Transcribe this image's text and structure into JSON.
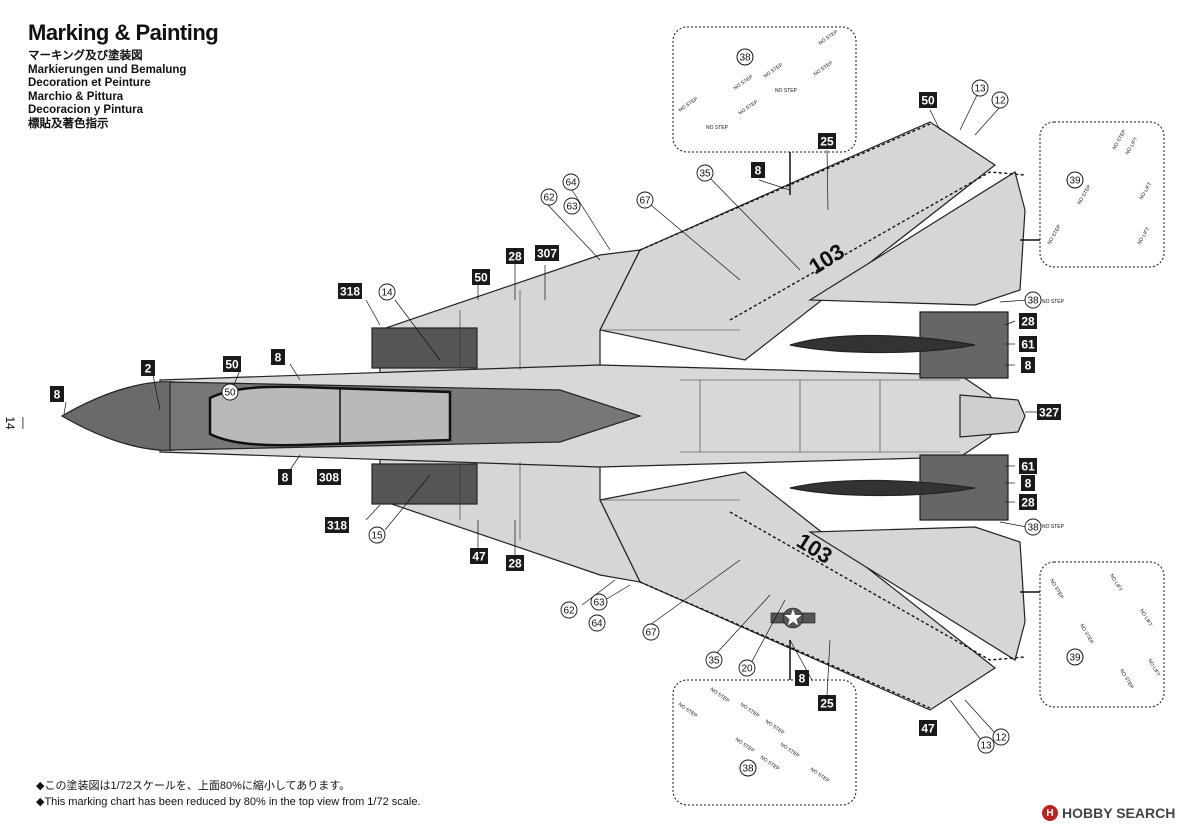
{
  "header": {
    "title": "Marking & Painting",
    "languages": [
      "マーキング及び塗装図",
      "Markierungen und Bemalung",
      "Decoration et Peinture",
      "Marchio & Pittura",
      "Decoracion y Pintura",
      "標貼及著色指示"
    ]
  },
  "page_number": "—14—",
  "notes": [
    "◆この塗装図は1/72スケールを、上面80%に縮小してあります。",
    "◆This marking chart has been reduced by 80% in the top view from 1/72 scale."
  ],
  "watermark": {
    "logo": "H",
    "text": "HOBBY SEARCH"
  },
  "aircraft": {
    "side_number_upper": "103",
    "side_number_lower": "103"
  },
  "callouts": {
    "boxed": [
      {
        "id": "b8-nose",
        "label": "8"
      },
      {
        "id": "b2",
        "label": "2"
      },
      {
        "id": "b50-canopy",
        "label": "50"
      },
      {
        "id": "b8-top",
        "label": "8"
      },
      {
        "id": "b8-bottom",
        "label": "8"
      },
      {
        "id": "b308",
        "label": "308"
      },
      {
        "id": "b318-top",
        "label": "318"
      },
      {
        "id": "b318-bottom",
        "label": "318"
      },
      {
        "id": "b50-glove",
        "label": "50"
      },
      {
        "id": "b28-top",
        "label": "28"
      },
      {
        "id": "b307",
        "label": "307"
      },
      {
        "id": "b47-lower",
        "label": "47"
      },
      {
        "id": "b28-lower",
        "label": "28"
      },
      {
        "id": "b8-wing-top",
        "label": "8"
      },
      {
        "id": "b25-top",
        "label": "25"
      },
      {
        "id": "b50-wingtip",
        "label": "50"
      },
      {
        "id": "b28-engine-top",
        "label": "28"
      },
      {
        "id": "b61-top",
        "label": "61"
      },
      {
        "id": "b8-engine-top",
        "label": "8"
      },
      {
        "id": "b327",
        "label": "327"
      },
      {
        "id": "b61-bottom",
        "label": "61"
      },
      {
        "id": "b8-engine-bottom",
        "label": "8"
      },
      {
        "id": "b28-engine-bottom",
        "label": "28"
      },
      {
        "id": "b8-wing-bottom",
        "label": "8"
      },
      {
        "id": "b25-bottom",
        "label": "25"
      },
      {
        "id": "b47-wingtip",
        "label": "47"
      }
    ],
    "circled": [
      {
        "id": "c50",
        "label": "50"
      },
      {
        "id": "c14",
        "label": "14"
      },
      {
        "id": "c15",
        "label": "15"
      },
      {
        "id": "c64-top",
        "label": "64"
      },
      {
        "id": "c62-top",
        "label": "62"
      },
      {
        "id": "c63-top",
        "label": "63"
      },
      {
        "id": "c67-top",
        "label": "67"
      },
      {
        "id": "c35-top",
        "label": "35"
      },
      {
        "id": "c13-top",
        "label": "13"
      },
      {
        "id": "c12-top",
        "label": "12"
      },
      {
        "id": "c38-top",
        "label": "38"
      },
      {
        "id": "c38-bottom",
        "label": "38"
      },
      {
        "id": "c62-bottom",
        "label": "62"
      },
      {
        "id": "c63-bottom",
        "label": "63"
      },
      {
        "id": "c64-bottom",
        "label": "64"
      },
      {
        "id": "c67-bottom",
        "label": "67"
      },
      {
        "id": "c35-bottom",
        "label": "35"
      },
      {
        "id": "c20",
        "label": "20"
      },
      {
        "id": "c12-bottom",
        "label": "12"
      },
      {
        "id": "c13-bottom",
        "label": "13"
      }
    ]
  },
  "stencil_boxes": [
    {
      "id": "detail-top",
      "number": "38",
      "stencils": [
        "NO STEP",
        "NO STEP",
        "NO STEP",
        "NO STEP",
        "NO STEP",
        "NO STEP",
        "NO STEP",
        "NO STEP"
      ]
    },
    {
      "id": "detail-right-top",
      "number": "39",
      "stencils": [
        "NO STEP",
        "NO LIFT",
        "NO STEP",
        "NO LIFT",
        "NO STEP",
        "NO LIFT"
      ]
    },
    {
      "id": "detail-right-bottom",
      "number": "39",
      "stencils": [
        "NO STEP",
        "NO LIFT",
        "NO STEP",
        "NO LIFT",
        "NO STEP",
        "NO LIFT"
      ]
    },
    {
      "id": "detail-bottom",
      "number": "38",
      "stencils": [
        "NO STEP",
        "NO STEP",
        "NO STEP",
        "NO STEP",
        "NO STEP",
        "NO STEP",
        "NO STEP",
        "NO STEP"
      ]
    }
  ],
  "engine_stencils": {
    "upper": "NO STEP",
    "lower": "NO STEP"
  }
}
